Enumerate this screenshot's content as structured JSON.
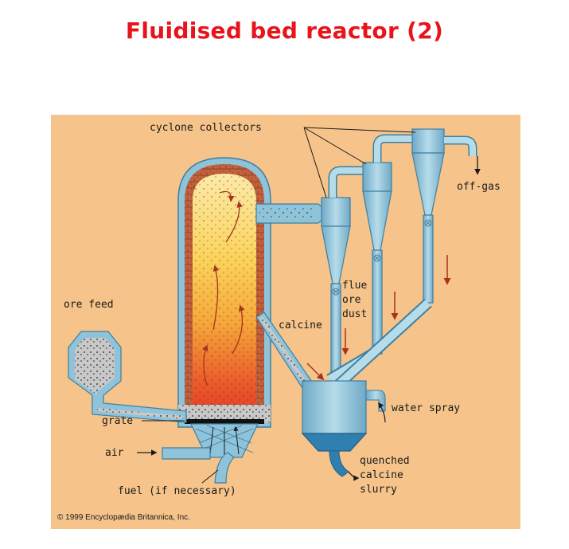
{
  "title": "Fluidised bed reactor (2)",
  "diagram": {
    "labels": {
      "cyclones": "cyclone collectors",
      "off_gas": "off-gas",
      "flue1": "flue",
      "flue2": "ore",
      "flue3": "dust",
      "calcine": "calcine",
      "ore_feed": "ore feed",
      "water_spray": "water spray",
      "grate": "grate",
      "air": "air",
      "fuel": "fuel (if necessary)",
      "quench1": "quenched",
      "quench2": "calcine",
      "quench3": "slurry"
    },
    "copyright": "© 1999 Encyclopædia Britannica, Inc."
  },
  "colors": {
    "title": "#e8141b",
    "background": "#f6c48a",
    "metal": "#8fc3da",
    "metal_dark": "#3d7fa0",
    "brick": "#b8563a",
    "arrow": "#a8321e"
  }
}
